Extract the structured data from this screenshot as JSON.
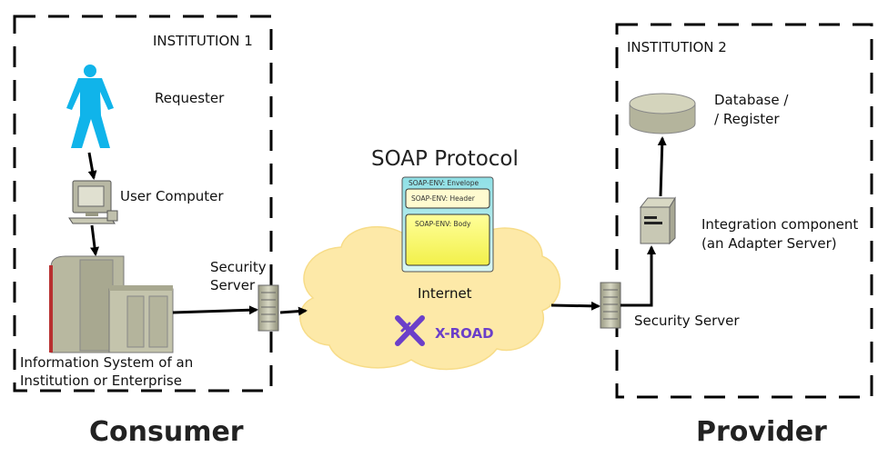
{
  "institution1": {
    "title": "INSTITUTION 1",
    "requester": "Requester",
    "user_computer": "User Computer",
    "information_system_line1": "Information System of an",
    "information_system_line2": "Institution or Enterprise",
    "security_server_line1": "Security",
    "security_server_line2": "Server"
  },
  "institution2": {
    "title": "INSTITUTION 2",
    "database_line1": "Database /",
    "database_line2": "/ Register",
    "integration_line1": "Integration component",
    "integration_line2": "(an Adapter Server)",
    "security_server": "Security Server"
  },
  "internet": {
    "label": "Internet",
    "soap_title": "SOAP Protocol",
    "envelope": "SOAP-ENV: Envelope",
    "header": "SOAP-ENV: Header",
    "body": "SOAP-ENV: Body",
    "xroad_logo": "X-ROAD"
  },
  "roles": {
    "consumer": "Consumer",
    "provider": "Provider"
  },
  "colors": {
    "person": "#10b4ea",
    "cloud": "#fde9a8",
    "xroad": "#6b3fc9",
    "soap_body": "#fff880",
    "soap_header": "#fffbd0",
    "soap_envelope": "#b8ecec"
  },
  "icons": [
    "person-icon",
    "computer-icon",
    "mainframe-icon",
    "server-icon",
    "database-icon",
    "cloud-icon",
    "xroad-logo-icon"
  ]
}
